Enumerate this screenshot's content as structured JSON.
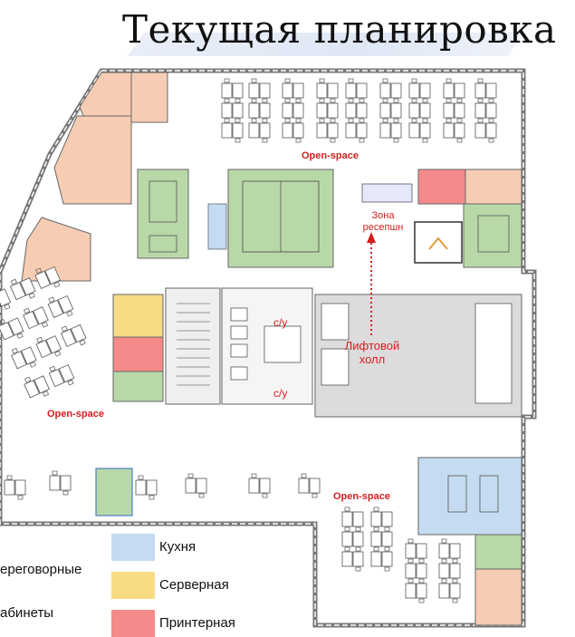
{
  "title": "Текущая планировка",
  "labels": {
    "open_space_top": "Open-space",
    "open_space_left": "Open-space",
    "open_space_bottom": "Open-space",
    "reception_line1": "Зона",
    "reception_line2": "ресепшн",
    "elevator_line1": "Лифтовой",
    "elevator_line2": "холл",
    "wc_top": "с/у",
    "wc_bottom": "с/у"
  },
  "legend": {
    "meeting_rooms": "ереговорные",
    "cabinets": "абинеты",
    "kitchen": "Кухня",
    "server": "Серверная",
    "printer": "Принтерная"
  },
  "colors": {
    "meeting": "#b9d8a8",
    "cabinet": "#f6cdb3",
    "kitchen": "#c5dbf1",
    "server": "#f8dc85",
    "printer": "#f48a8a",
    "core": "#dcdcdc",
    "accent_red": "#d21f1f"
  }
}
